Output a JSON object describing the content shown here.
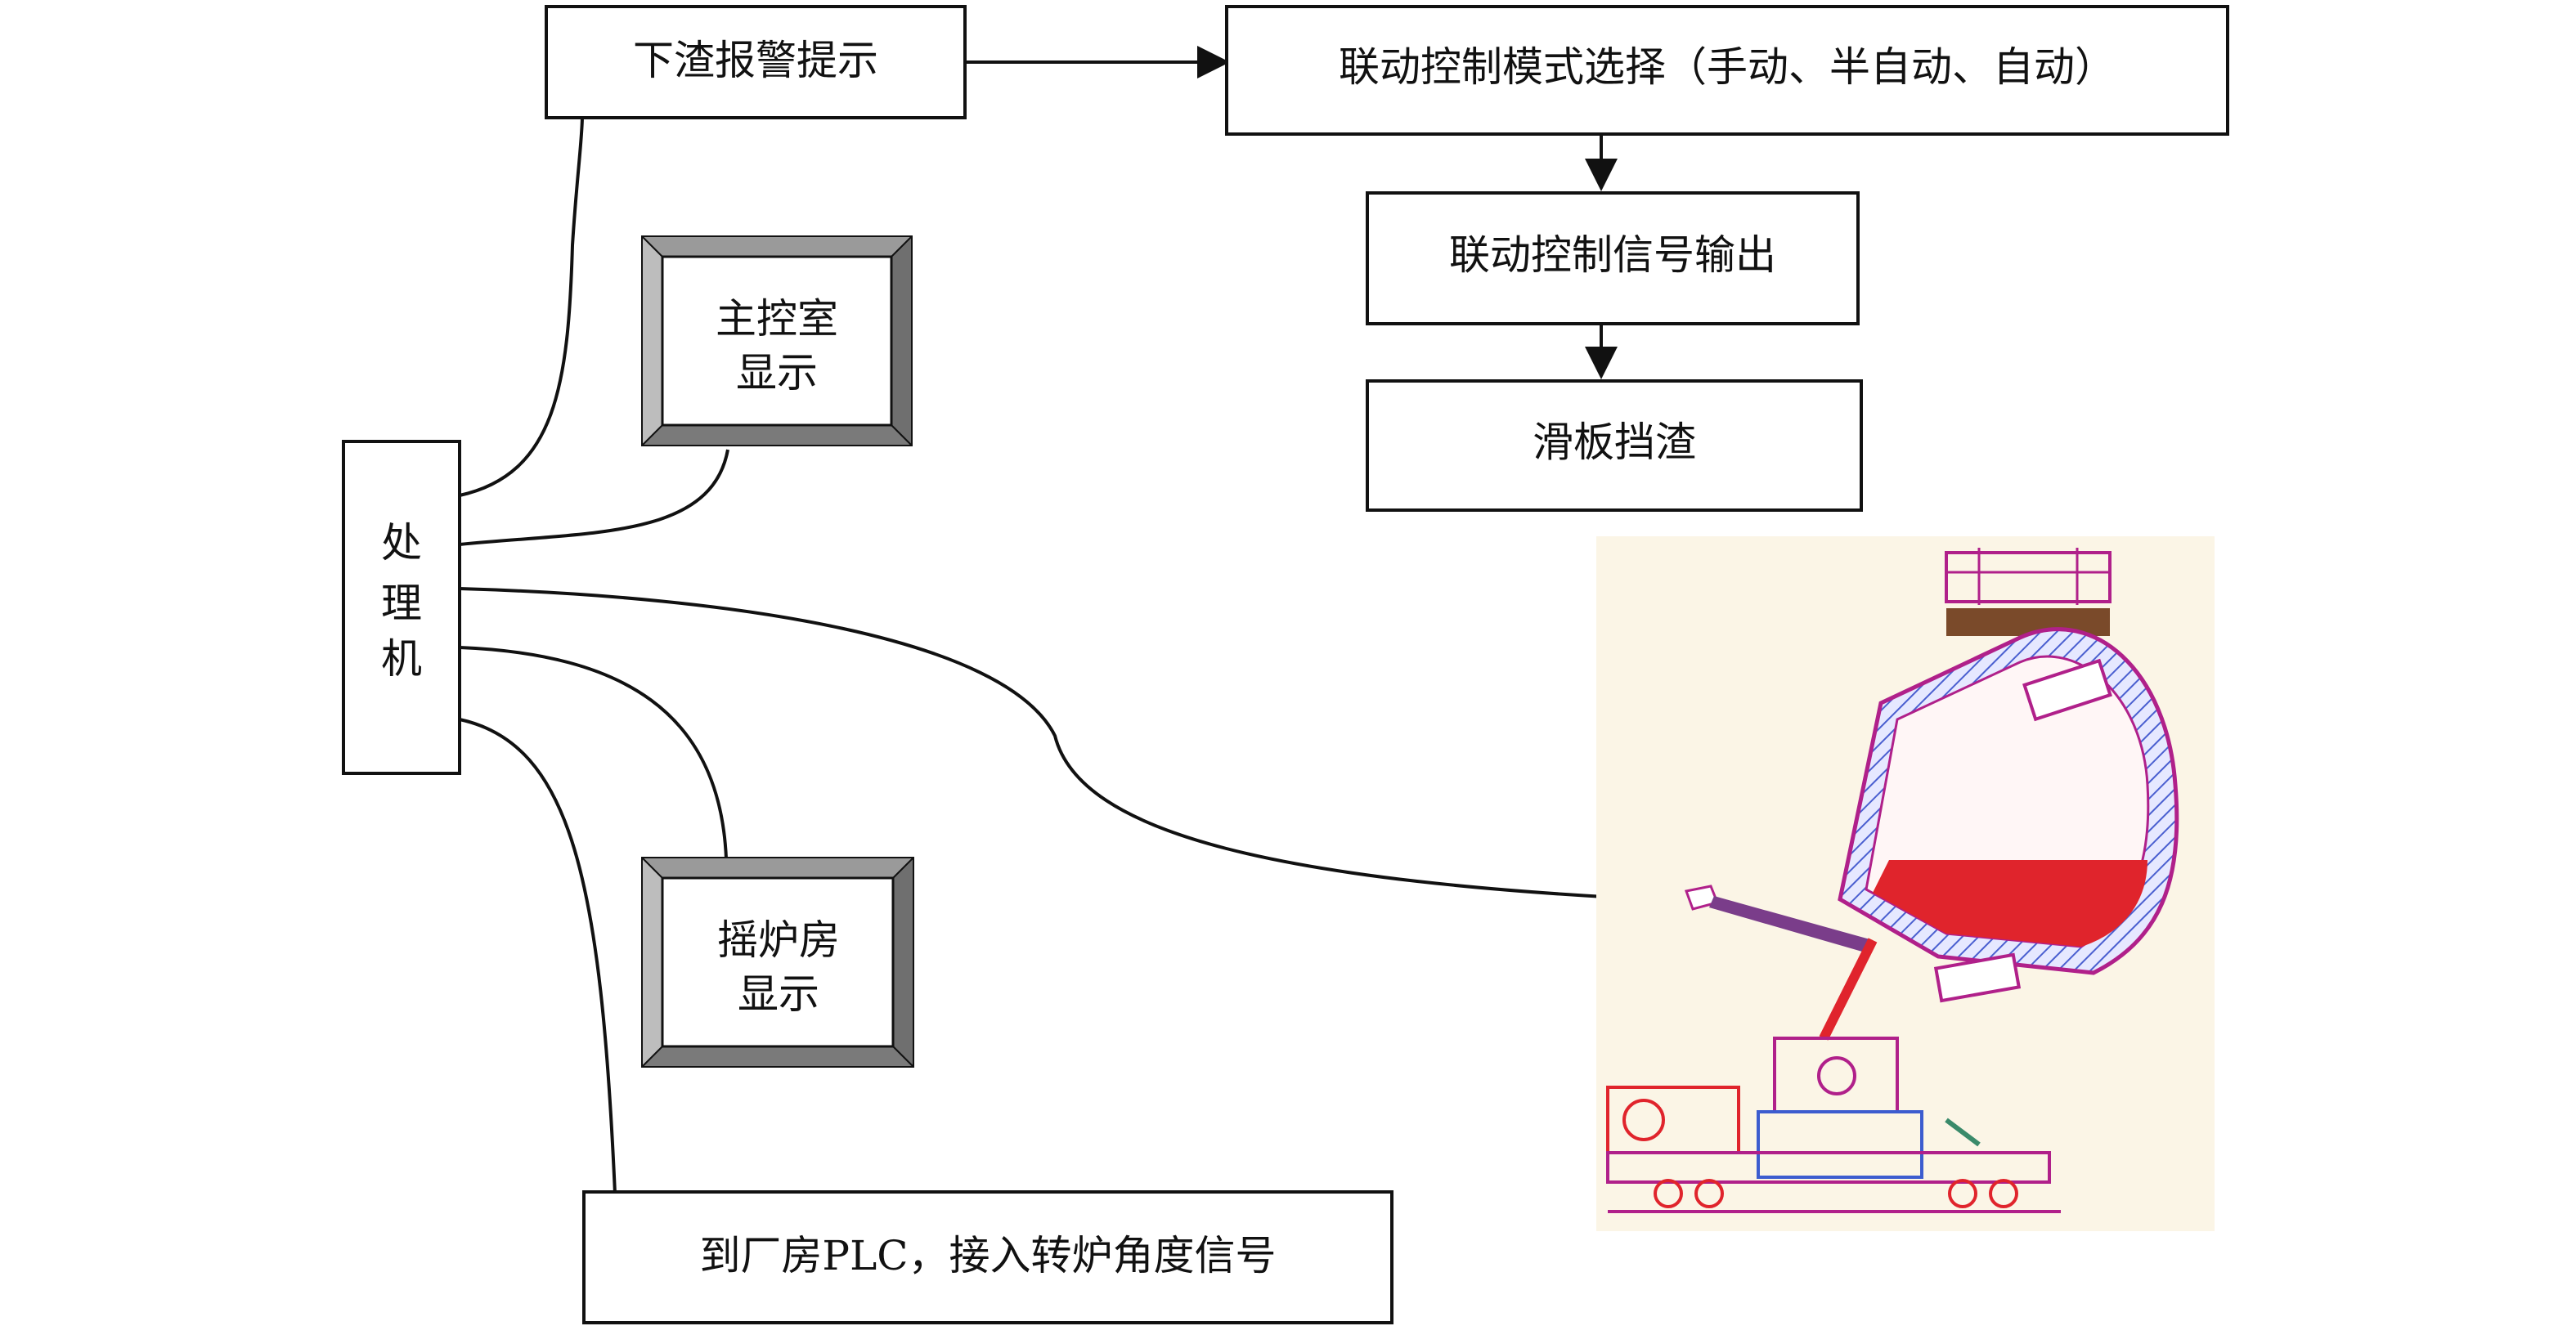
{
  "boxes": {
    "slag_alarm": "下渣报警提示",
    "mode_select": "联动控制模式选择（手动、半自动、自动）",
    "signal_output": "联动控制信号输出",
    "slide_gate": "滑板挡渣",
    "processor": [
      "处",
      "理",
      "机"
    ],
    "main_control_display": [
      "主控室",
      "显示"
    ],
    "furnace_room_display": [
      "摇炉房",
      "显示"
    ],
    "plant_plc": "到厂房PLC，接入转炉角度信号"
  },
  "colors": {
    "line": "#111111",
    "bevel_dark": "#7a7a7a",
    "bevel_light": "#d6d6d6",
    "drawing_bg": "#fbf5e6",
    "molten_steel": "#e0242c",
    "converter_outline": "#b0208a",
    "lining_hatch": "#4a5fd0",
    "slag_layer": "#7a4a2a"
  },
  "icons": {
    "converter_drawing": "converter-tilting-schematic"
  }
}
